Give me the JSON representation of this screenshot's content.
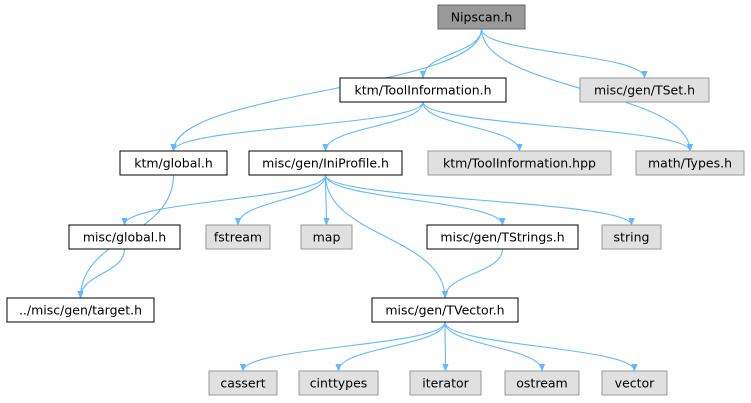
{
  "diagram": {
    "colors": {
      "edge": "#63b8ff",
      "root_fill": "#999999",
      "file_fill": "#ffffff",
      "external_fill": "#e0e0e0"
    },
    "nodes": [
      {
        "id": "nipscan-h",
        "label": "Nipscan.h",
        "kind": "root"
      },
      {
        "id": "ktm-toolinformation-h",
        "label": "ktm/ToolInformation.h",
        "kind": "file"
      },
      {
        "id": "misc-gen-tset-h",
        "label": "misc/gen/TSet.h",
        "kind": "ext"
      },
      {
        "id": "ktm-global-h",
        "label": "ktm/global.h",
        "kind": "file"
      },
      {
        "id": "misc-gen-iniprofile-h",
        "label": "misc/gen/IniProfile.h",
        "kind": "file"
      },
      {
        "id": "ktm-toolinformation-hpp",
        "label": "ktm/ToolInformation.hpp",
        "kind": "ext"
      },
      {
        "id": "math-types-h",
        "label": "math/Types.h",
        "kind": "ext"
      },
      {
        "id": "misc-global-h",
        "label": "misc/global.h",
        "kind": "file"
      },
      {
        "id": "fstream",
        "label": "fstream",
        "kind": "ext"
      },
      {
        "id": "map",
        "label": "map",
        "kind": "ext"
      },
      {
        "id": "misc-gen-tstrings-h",
        "label": "misc/gen/TStrings.h",
        "kind": "file"
      },
      {
        "id": "string",
        "label": "string",
        "kind": "ext"
      },
      {
        "id": "misc-gen-target-h",
        "label": "../misc/gen/target.h",
        "kind": "file"
      },
      {
        "id": "misc-gen-tvector-h",
        "label": "misc/gen/TVector.h",
        "kind": "file"
      },
      {
        "id": "cassert",
        "label": "cassert",
        "kind": "ext"
      },
      {
        "id": "cinttypes",
        "label": "cinttypes",
        "kind": "ext"
      },
      {
        "id": "iterator",
        "label": "iterator",
        "kind": "ext"
      },
      {
        "id": "ostream",
        "label": "ostream",
        "kind": "ext"
      },
      {
        "id": "vector",
        "label": "vector",
        "kind": "ext"
      }
    ],
    "edges": [
      {
        "from": "nipscan-h",
        "to": "ktm-global-h"
      },
      {
        "from": "nipscan-h",
        "to": "ktm-toolinformation-h"
      },
      {
        "from": "nipscan-h",
        "to": "misc-gen-tset-h"
      },
      {
        "from": "nipscan-h",
        "to": "math-types-h"
      },
      {
        "from": "ktm-toolinformation-h",
        "to": "ktm-global-h"
      },
      {
        "from": "ktm-toolinformation-h",
        "to": "misc-gen-iniprofile-h"
      },
      {
        "from": "ktm-toolinformation-h",
        "to": "ktm-toolinformation-hpp"
      },
      {
        "from": "ktm-toolinformation-h",
        "to": "math-types-h"
      },
      {
        "from": "ktm-global-h",
        "to": "misc-gen-target-h"
      },
      {
        "from": "misc-gen-iniprofile-h",
        "to": "misc-global-h"
      },
      {
        "from": "misc-gen-iniprofile-h",
        "to": "fstream"
      },
      {
        "from": "misc-gen-iniprofile-h",
        "to": "map"
      },
      {
        "from": "misc-gen-iniprofile-h",
        "to": "misc-gen-tstrings-h"
      },
      {
        "from": "misc-gen-iniprofile-h",
        "to": "string"
      },
      {
        "from": "misc-gen-iniprofile-h",
        "to": "misc-gen-tvector-h"
      },
      {
        "from": "misc-global-h",
        "to": "misc-gen-target-h"
      },
      {
        "from": "misc-gen-tstrings-h",
        "to": "misc-gen-tvector-h"
      },
      {
        "from": "misc-gen-tvector-h",
        "to": "cassert"
      },
      {
        "from": "misc-gen-tvector-h",
        "to": "cinttypes"
      },
      {
        "from": "misc-gen-tvector-h",
        "to": "iterator"
      },
      {
        "from": "misc-gen-tvector-h",
        "to": "ostream"
      },
      {
        "from": "misc-gen-tvector-h",
        "to": "vector"
      }
    ]
  }
}
